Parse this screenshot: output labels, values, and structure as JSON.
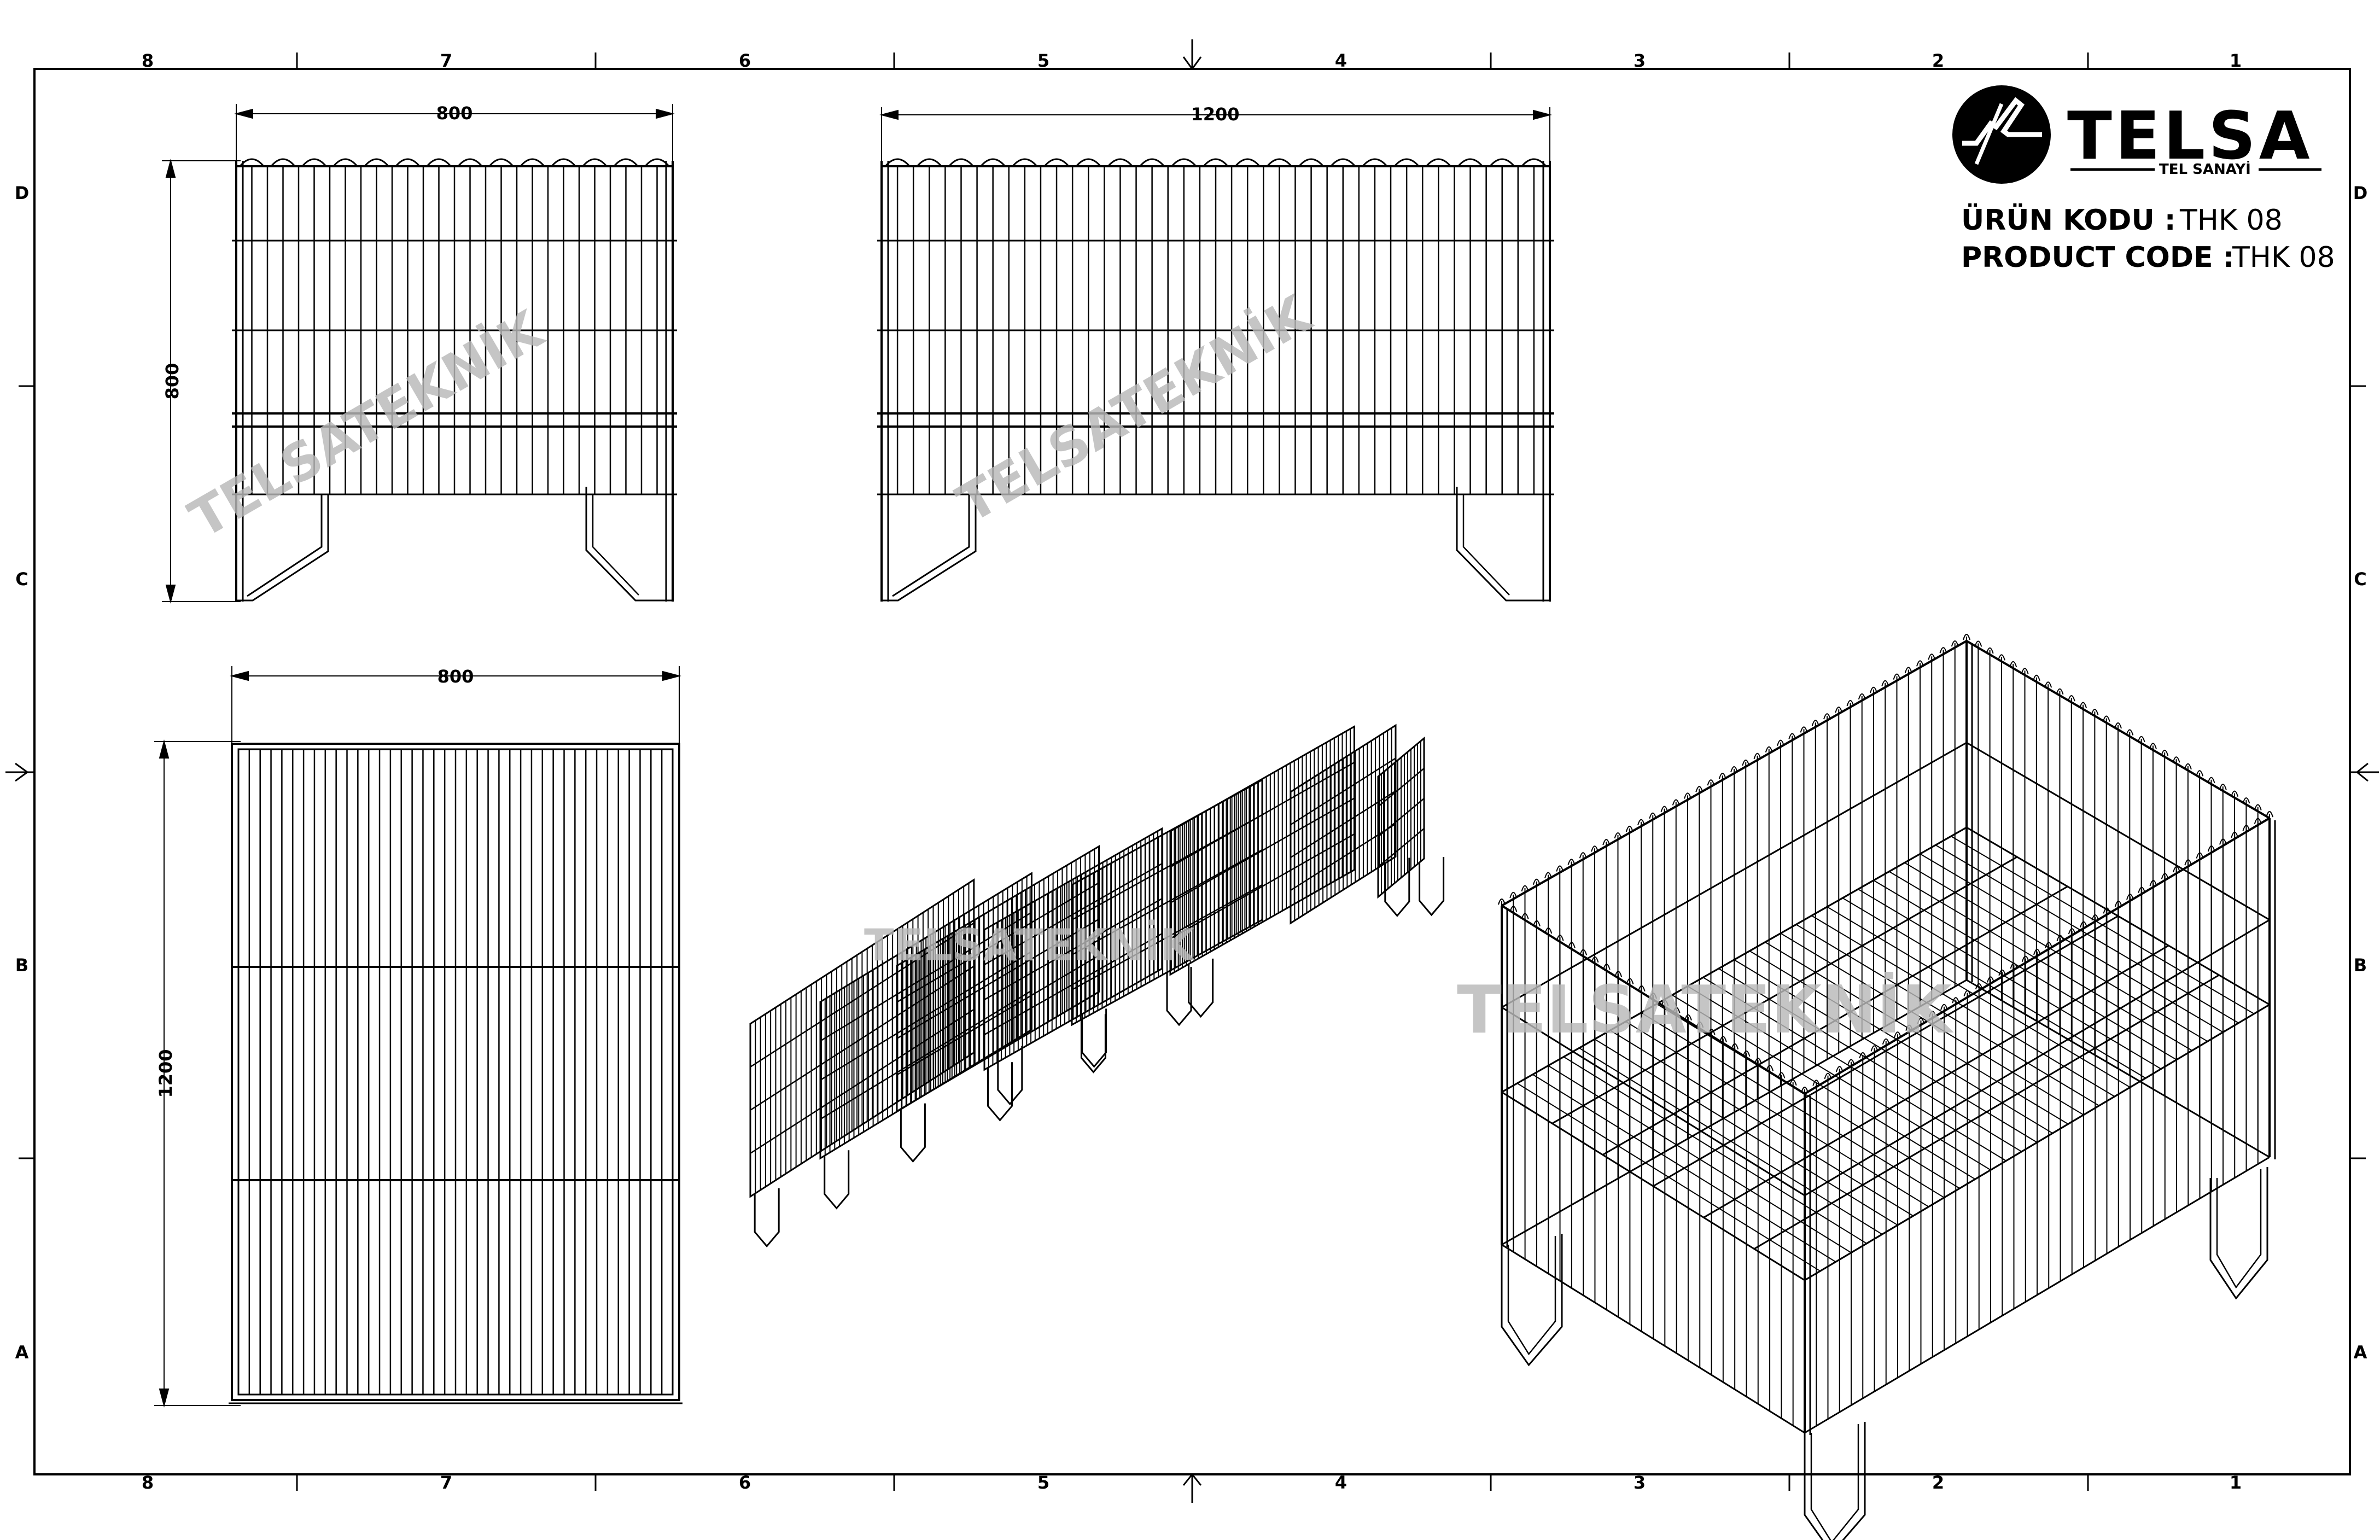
{
  "sheet": {
    "zone_columns": [
      "8",
      "7",
      "6",
      "5",
      "4",
      "3",
      "2",
      "1"
    ],
    "zone_rows": [
      "D",
      "C",
      "B",
      "A"
    ]
  },
  "title_block": {
    "brand": "TELSA",
    "brand_subtitle": "TEL SANAYİ",
    "product_code_tr_label": "ÜRÜN KODU :",
    "product_code_en_label": "PRODUCT CODE :",
    "product_code_value": "THK 08"
  },
  "views": {
    "side_view": {
      "width_dim": "800",
      "height_dim": "800"
    },
    "front_view": {
      "width_dim": "1200"
    },
    "top_view": {
      "width_dim": "800",
      "length_dim": "1200"
    },
    "exploded_view": {},
    "isometric_view": {}
  },
  "watermark": "TELSATEKNİK"
}
